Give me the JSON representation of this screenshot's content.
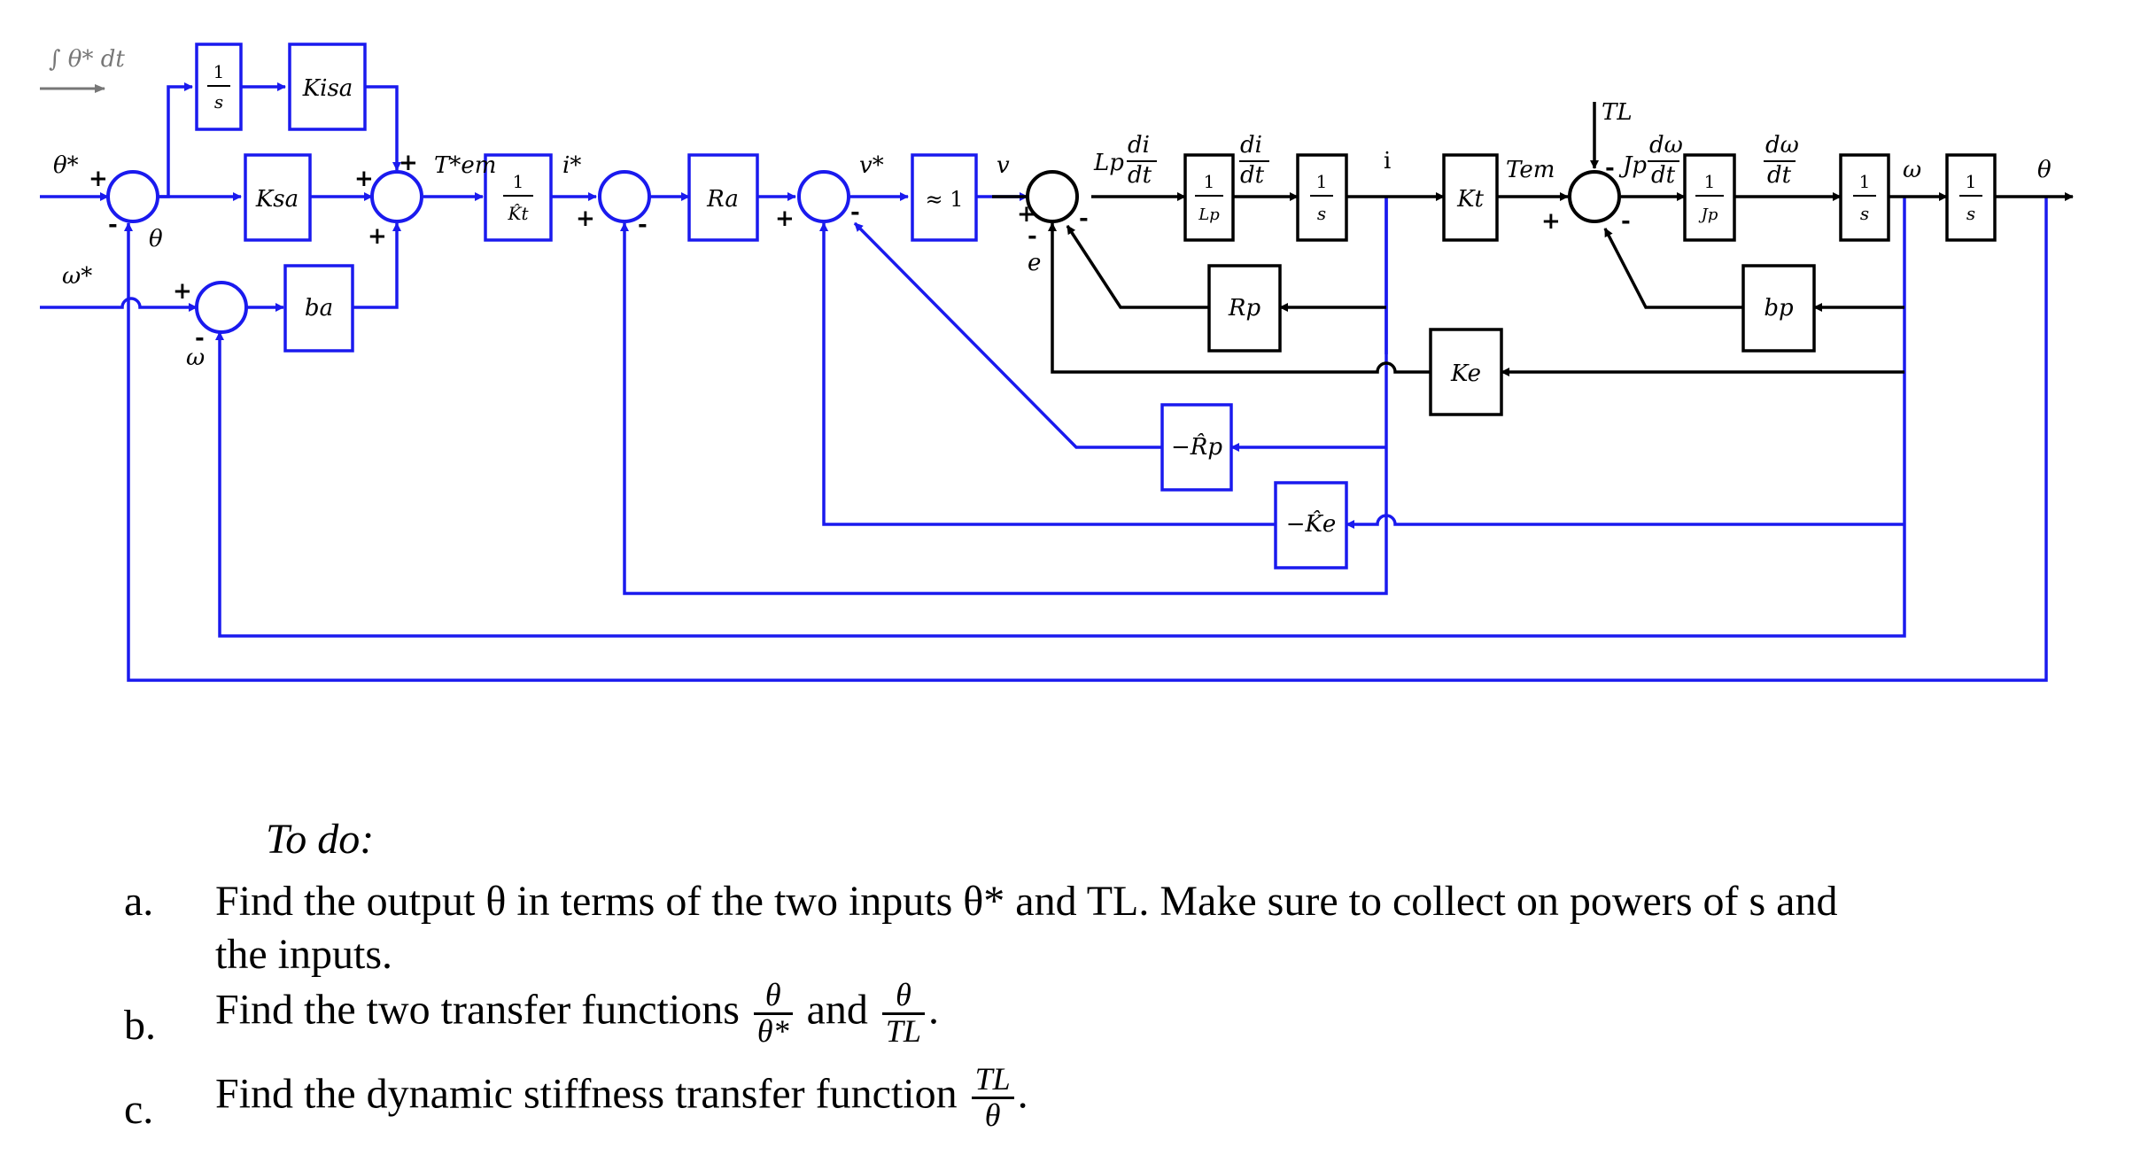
{
  "diagram": {
    "gray_label": "∫ θ* dt",
    "inputs": {
      "theta_star": "θ*",
      "omega_star": "ω*"
    },
    "blocks": {
      "integrator_1": {
        "num": "1",
        "den": "s"
      },
      "k_isa": "Kisa",
      "k_sa": "Ksa",
      "b_a": "ba",
      "inv_kt": {
        "num": "1",
        "den": "K̂t"
      },
      "r_a": "Ra",
      "approx_one": "≈ 1",
      "inv_lp": {
        "num": "1",
        "den": "Lp"
      },
      "int_i": {
        "num": "1",
        "den": "s"
      },
      "k_t": "Kt",
      "inv_jp": {
        "num": "1",
        "den": "Jp"
      },
      "int_w": {
        "num": "1",
        "den": "s"
      },
      "int_theta": {
        "num": "1",
        "den": "s"
      },
      "r_p": "Rp",
      "b_p": "bp",
      "k_e": "Ke",
      "neg_rp_hat": "−R̂p",
      "neg_ke_hat": "−K̂e"
    },
    "signals": {
      "theta_fb": "θ",
      "omega_fb": "ω",
      "tem_star": "T*em",
      "i_star": "i*",
      "v_star": "v*",
      "v": "v",
      "e": "e",
      "lp_didt": "Lp",
      "di": "di",
      "dt": "dt",
      "i": "i",
      "tem": "Tem",
      "tl": "TL",
      "jp": "Jp",
      "dw": "dω",
      "omega": "ω",
      "theta_out": "θ"
    },
    "signs": {
      "plus": "+",
      "minus": "-"
    }
  },
  "todo": {
    "title": "To do:",
    "items": [
      {
        "letter": "a.",
        "text_line1": "Find the output θ in terms of the two inputs θ* and TL.  Make sure to collect on powers of s and",
        "text_line2": "the inputs."
      },
      {
        "letter": "b.",
        "text": "Find the two transfer functions",
        "frac1_num": "θ",
        "frac1_den": "θ*",
        "joiner": "and",
        "frac2_num": "θ",
        "frac2_den": "TL",
        "end": "."
      },
      {
        "letter": "c.",
        "text": "Find the dynamic stiffness transfer function",
        "frac_num": "TL",
        "frac_den": "θ",
        "end": "."
      }
    ]
  },
  "colors": {
    "blue": "#1a1aee",
    "black": "#000000",
    "gray": "#777777"
  }
}
